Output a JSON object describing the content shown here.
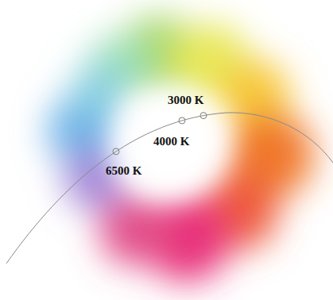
{
  "diagram": {
    "labels": [
      "3000 K",
      "4000 K",
      "6500 K"
    ]
  }
}
